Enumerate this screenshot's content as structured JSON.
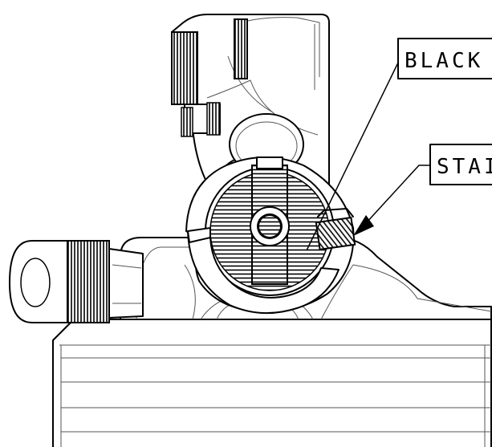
{
  "callouts": {
    "black": {
      "label": "BLACK"
    },
    "stainless": {
      "label": "STAI"
    }
  },
  "colors": {
    "ink": "#000000",
    "background": "#ffffff"
  },
  "icons": [
    "hatched-knurl",
    "threaded-screw",
    "set-screw"
  ]
}
